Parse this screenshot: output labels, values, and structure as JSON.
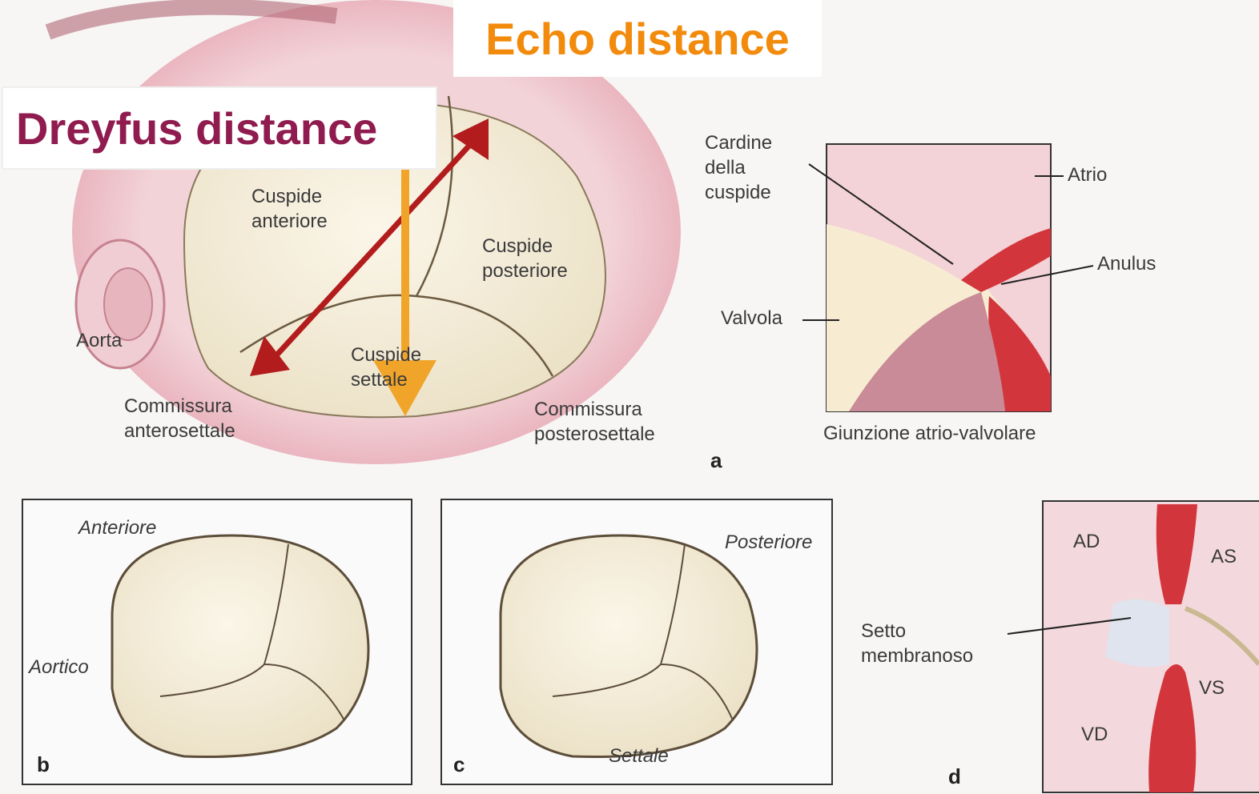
{
  "colors": {
    "echo": "#f28a0c",
    "dreyfus": "#8f1b4f",
    "tissue_pink": "#eab8c1",
    "valve_cream": "#f3ead3",
    "muscle_red": "#d2363c"
  },
  "overlays": {
    "echo_title": "Echo distance",
    "dreyfus_title": "Dreyfus distance"
  },
  "panel_a": {
    "labels": {
      "cusp_anterior": "Cuspide\nanteriore",
      "cusp_posterior": "Cuspide\nposteriore",
      "cusp_septal": "Cuspide\nsettale",
      "aorta": "Aorta",
      "comm_anteroseptal": "Commissura\nanterosettale",
      "comm_posteroseptal": "Commissura\nposterosettale",
      "hinge": "Cardine\ndella\ncuspide",
      "atrium": "Atrio",
      "annulus": "Anulus",
      "valve": "Valvola",
      "junction_caption": "Giunzione atrio-valvolare"
    },
    "letter": "a"
  },
  "panel_b": {
    "anterior": "Anteriore",
    "aortic": "Aortico",
    "letter": "b"
  },
  "panel_c": {
    "posterior": "Posteriore",
    "septal": "Settale",
    "letter": "c"
  },
  "panel_d": {
    "ra": "AD",
    "la": "AS",
    "membranous_septum": "Setto\nmembranoso",
    "lv": "VS",
    "rv": "VD",
    "letter": "d"
  }
}
